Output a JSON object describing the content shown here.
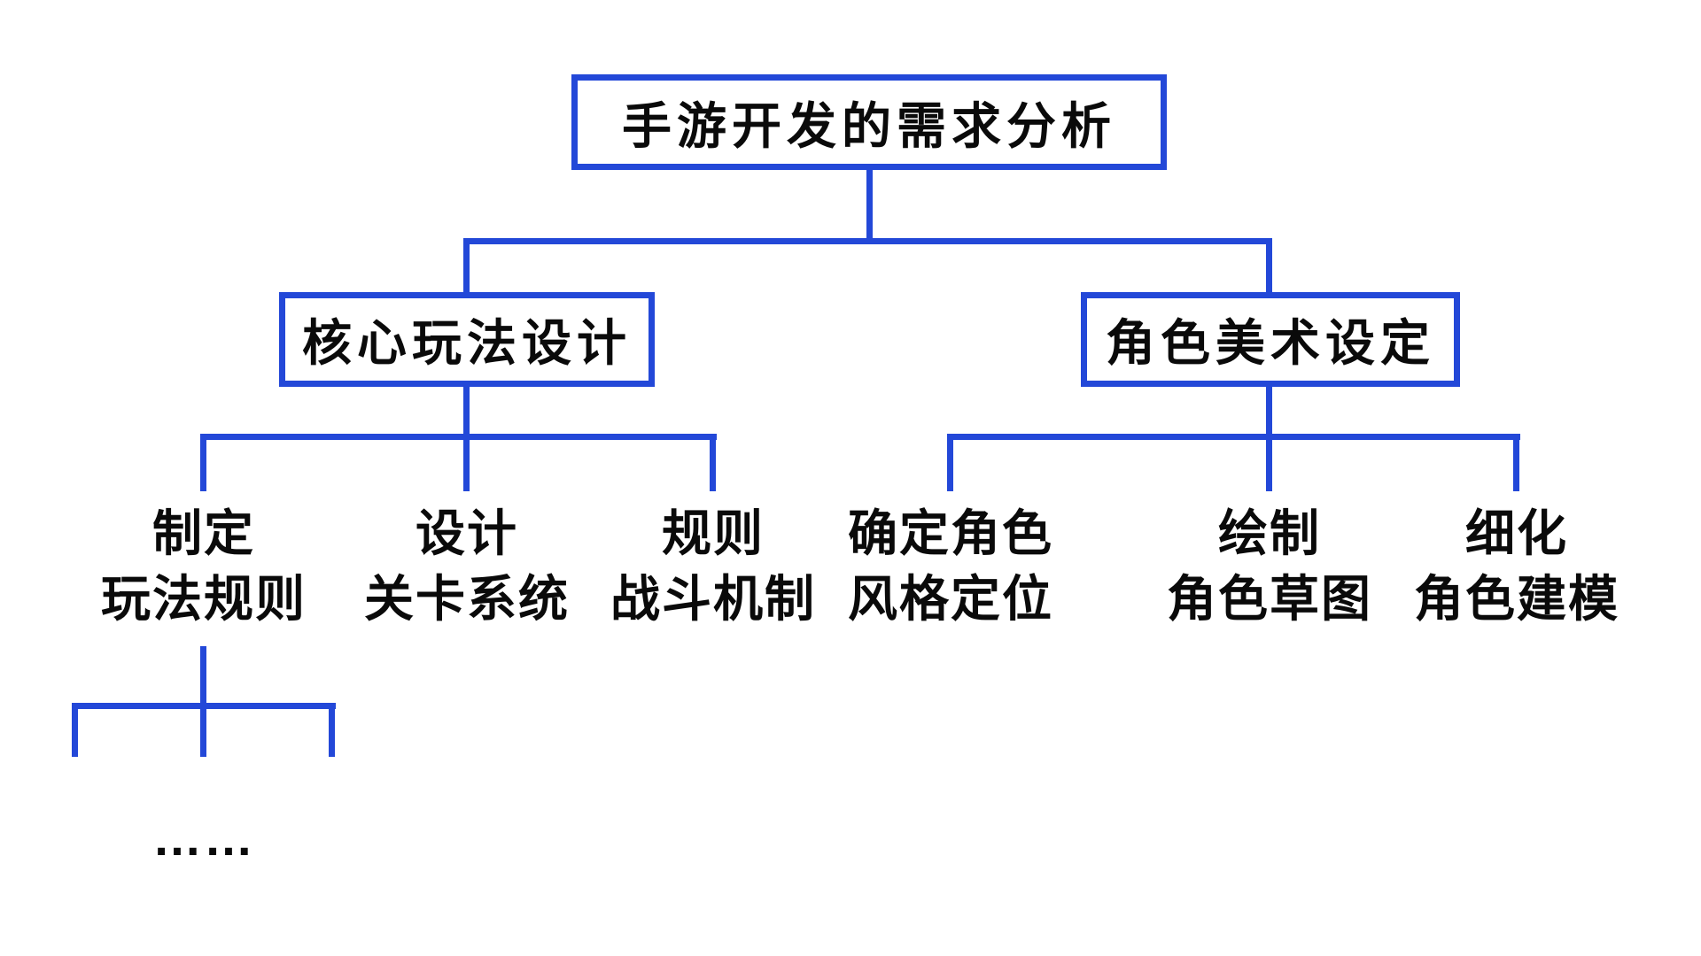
{
  "diagram": {
    "accent_color": "#2348d8",
    "text_color": "#0a0a0a",
    "background_color": "#ffffff",
    "root": {
      "label": "手游开发的需求分析"
    },
    "branches": [
      {
        "label": "核心玩法设计",
        "children": [
          {
            "line1": "制定",
            "line2": "玩法规则"
          },
          {
            "line1": "设计",
            "line2": "关卡系统"
          },
          {
            "line1": "规则",
            "line2": "战斗机制"
          }
        ]
      },
      {
        "label": "角色美术设定",
        "children": [
          {
            "line1": "确定角色",
            "line2": "风格定位"
          },
          {
            "line1": "绘制",
            "line2": "角色草图"
          },
          {
            "line1": "细化",
            "line2": "角色建模"
          }
        ]
      }
    ],
    "continuation": {
      "label": "……"
    }
  }
}
